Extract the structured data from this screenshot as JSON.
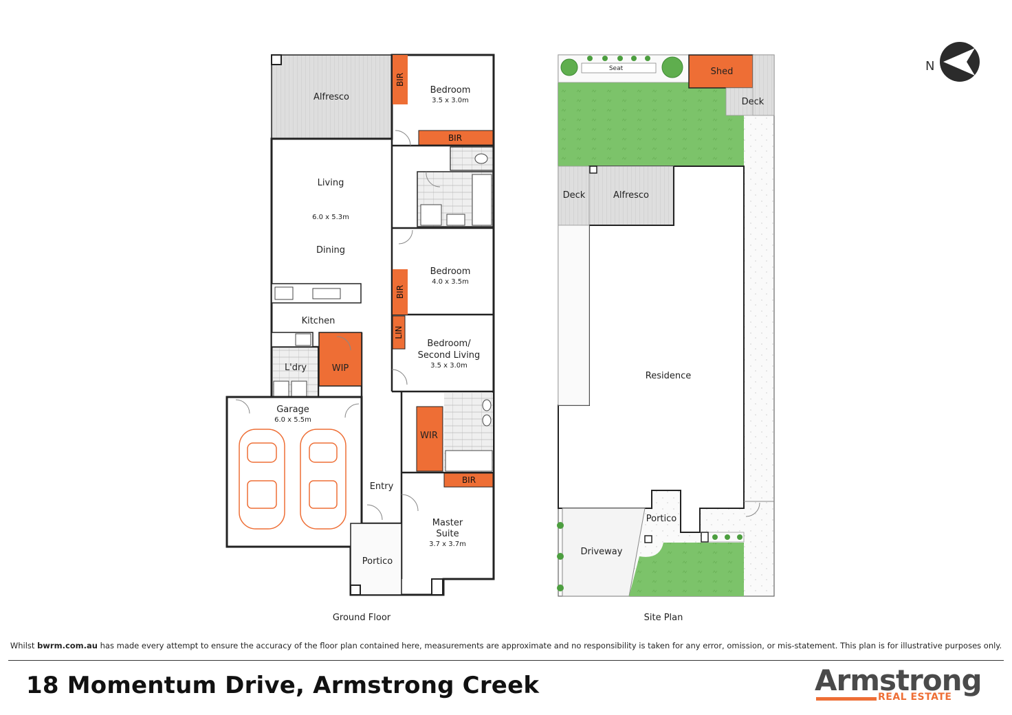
{
  "colors": {
    "accent": "#ee6e35",
    "lawn": "#7cc36a",
    "wall": "#222222",
    "tile": "#e6e6e6",
    "deck": "#dcdcdc",
    "car": "#ee6e35"
  },
  "compass": {
    "label": "N",
    "icon": "north-arrow-icon"
  },
  "ground": {
    "alfresco": "Alfresco",
    "living": "Living",
    "living_dim": "6.0 x 5.3m",
    "dining": "Dining",
    "kitchen": "Kitchen",
    "laundry": "L'dry",
    "wip": "WIP",
    "garage": "Garage",
    "garage_dim": "6.0 x 5.5m",
    "entry": "Entry",
    "portico": "Portico",
    "bed1": "Bedroom",
    "bed1_dim": "3.5 x 3.0m",
    "bed2": "Bedroom",
    "bed2_dim": "4.0 x 3.5m",
    "bed3_line1": "Bedroom/",
    "bed3_line2": "Second Living",
    "bed3_dim": "3.5 x 3.0m",
    "bir": "BIR",
    "lin": "LIN",
    "wir": "WIR",
    "master_line1": "Master",
    "master_line2": "Suite",
    "master_dim": "3.7 x 3.7m",
    "caption": "Ground Floor"
  },
  "site": {
    "seat": "Seat",
    "shed": "Shed",
    "deck": "Deck",
    "alfresco": "Alfresco",
    "residence": "Residence",
    "portico": "Portico",
    "driveway": "Driveway",
    "caption": "Site Plan"
  },
  "disclaimer": {
    "prefix": "Whilst ",
    "site": "bwrm.com.au",
    "text": " has made every attempt to ensure the accuracy of the floor plan contained here, measurements are approximate and no responsibility is taken for any error, omission, or mis-statement. This plan is for illustrative purposes only."
  },
  "address": "18 Momentum Drive, Armstrong Creek",
  "logo": {
    "name": "Armstrong",
    "sub": "REAL ESTATE"
  }
}
